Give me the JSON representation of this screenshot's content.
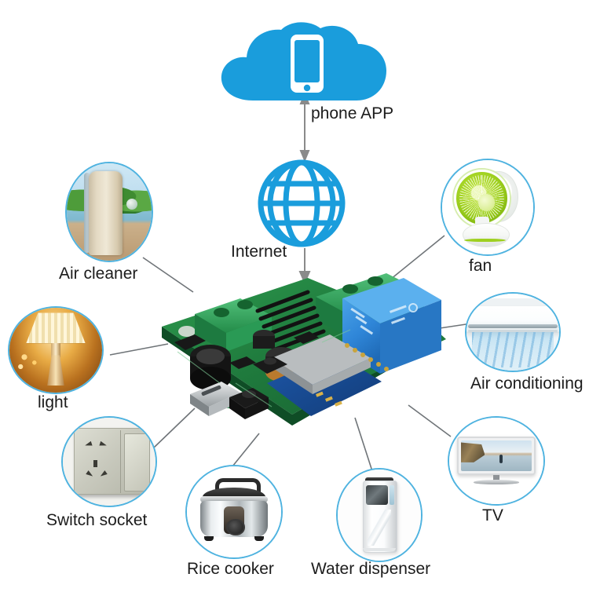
{
  "diagram": {
    "title": "Smart Home WiFi Relay Module Connection Diagram",
    "type": "iot-topology"
  },
  "cloud": {
    "label": "phone APP",
    "icon": "cloud-with-smartphone-icon",
    "color": "#1a9ddc"
  },
  "internet": {
    "label": "Internet",
    "icon": "globe-grid-icon",
    "color": "#1a9ddc"
  },
  "center": {
    "name": "wifi-relay-board",
    "description": "WiFi relay control board"
  },
  "arrows": {
    "cloud_to_internet": "double-headed-vertical-arrow",
    "internet_to_board": "down-arrow",
    "color": "#8a8a8a"
  },
  "colors": {
    "brand_blue": "#1a9ddc",
    "ring_blue": "#4fb3e0",
    "label_text": "#1c1c1c",
    "wire_gray": "#6f7478",
    "pcb_green": "#1f7a3d",
    "relay_blue": "#2f86d8",
    "terminal_green": "#34a85a"
  },
  "devices": [
    {
      "id": "air-cleaner",
      "label": "Air cleaner",
      "art": "air-cleaner"
    },
    {
      "id": "fan",
      "label": "fan",
      "art": "fan"
    },
    {
      "id": "light",
      "label": "light",
      "art": "light"
    },
    {
      "id": "air-conditioning",
      "label": "Air conditioning",
      "art": "aircon"
    },
    {
      "id": "switch-socket",
      "label": "Switch socket",
      "art": "switch-socket"
    },
    {
      "id": "tv",
      "label": "TV",
      "art": "tv"
    },
    {
      "id": "rice-cooker",
      "label": "Rice cooker",
      "art": "rice-cooker"
    },
    {
      "id": "water-dispenser",
      "label": "Water dispenser",
      "art": "water-dispenser"
    }
  ]
}
